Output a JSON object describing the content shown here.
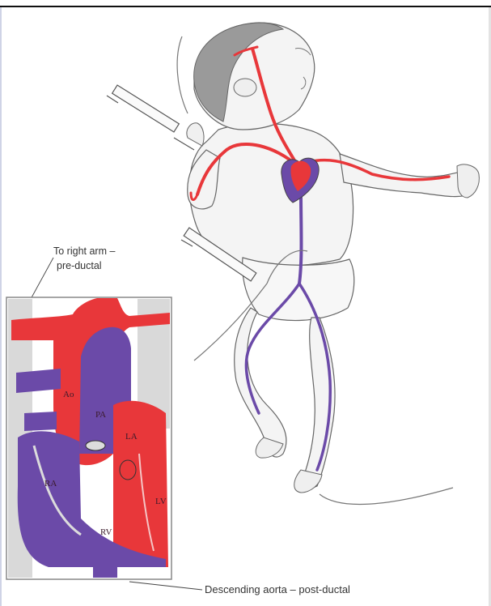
{
  "labels": {
    "pre_ductal_line1": "To right arm –",
    "pre_ductal_line2": "pre-ductal",
    "post_ductal": "Descending aorta – post-ductal"
  },
  "heart_labels": {
    "ao": "Ao",
    "pa": "PA",
    "la": "LA",
    "ra": "RA",
    "rv": "RV",
    "lv": "LV"
  },
  "colors": {
    "oxygenated": "#e8373a",
    "deoxygenated": "#6b4aa8",
    "skin": "#f2f2f2",
    "outline": "#555555",
    "hair": "#8a8a8a"
  }
}
